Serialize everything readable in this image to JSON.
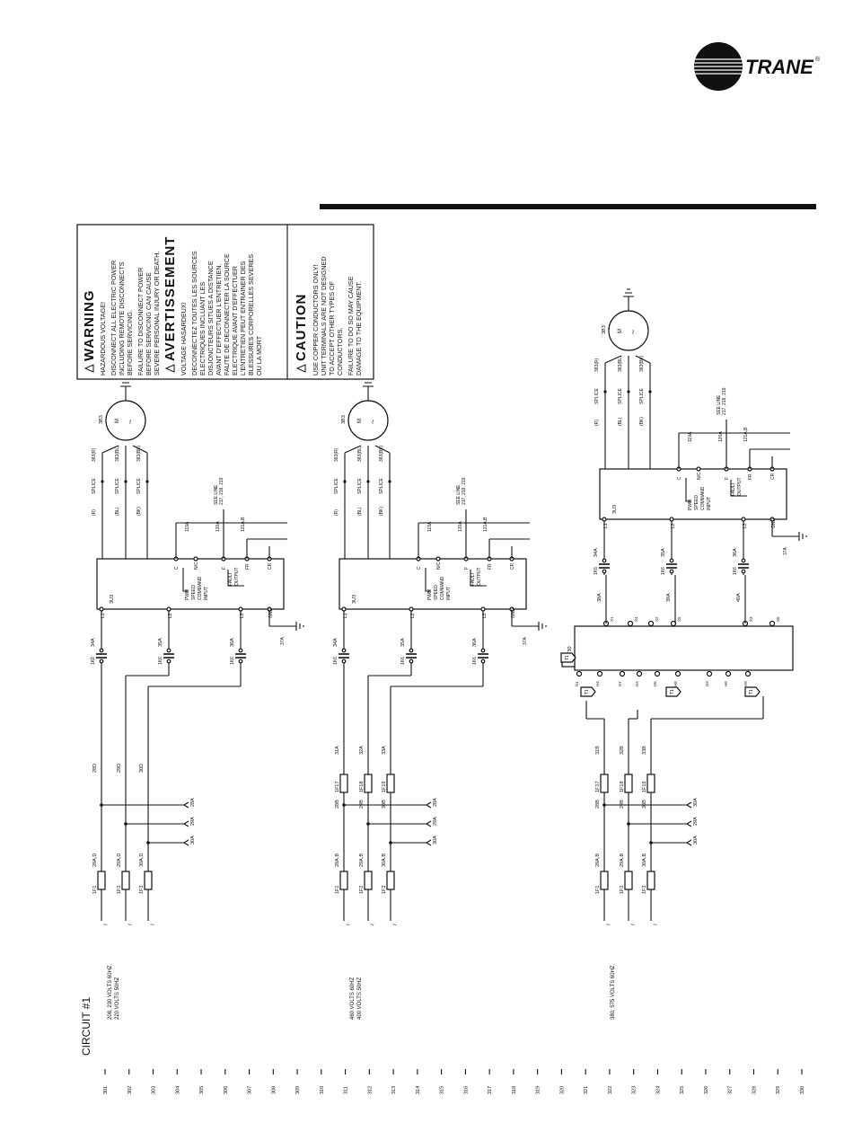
{
  "brand": {
    "name": "TRANE",
    "registered": "®"
  },
  "warning": {
    "title": "WARNING",
    "subtitle": "HAZARDOUS VOLTAGE!",
    "lines": [
      "DISCONNECT ALL ELECTRIC POWER",
      "INCLUDING REMOTE DISCONNECTS",
      "BEFORE SERVICING.",
      "FAILURE TO DISCONNECT POWER",
      "BEFORE SERVICING CAN CAUSE",
      "SEVERE PERSONAL INJURY OR DEATH."
    ]
  },
  "avertissement": {
    "title": "AVERTISSEMENT",
    "subtitle": "VOLTAGE HASARDEUX!",
    "lines": [
      "DECONNECTEZ TOUTES LES SOURCES",
      "ELECTRIQUES INCLUANT LES",
      "DISJONCTEURS SITUES A DISTANCE",
      "AVANT D'EFFECTUER L'ENTRETIEN.",
      "FAUTE DE DECONNECTER LA SOURCE",
      "ELECTRIQUE AVANT D'EFFECTUER",
      "L'ENTRETIEN PEUT ENTRAINER DES",
      "BLESSURES CORPORELLES SEVERES",
      "OU LA MORT"
    ]
  },
  "caution": {
    "title": "CAUTION",
    "lines": [
      "USE COPPER CONDUCTORS ONLY!",
      "UNIT TERMINALS ARE NOT DESIGNED",
      "TO ACCEPT OTHER TYPES OF",
      "CONDUCTORS.",
      "FAILURE TO DO SO MAY CAUSE",
      "DAMAGE TO THE EQUIPMENT."
    ]
  },
  "circuit_title": "CIRCUIT #1",
  "line_numbers": [
    "301",
    "302",
    "303",
    "304",
    "305",
    "306",
    "307",
    "308",
    "309",
    "310",
    "311",
    "312",
    "313",
    "314",
    "315",
    "316",
    "317",
    "318",
    "319",
    "320",
    "321",
    "322",
    "323",
    "324",
    "325",
    "326",
    "327",
    "328",
    "329",
    "330"
  ],
  "sections": [
    {
      "voltage": [
        "208, 230 VOLTS 60HZ",
        "220 VOLTS 50HZ"
      ],
      "fuses": [
        "1F1",
        "1F2",
        "1F3"
      ],
      "fuse_wires": [
        "28A,D",
        "29A,D",
        "30A,D"
      ],
      "feeds": [
        "28A",
        "29A",
        "30A"
      ],
      "lower_wires": [
        "28D",
        "29D",
        "30D"
      ],
      "contactor_wires": [
        "34A",
        "35A",
        "36A"
      ],
      "contactor": [
        "1K6",
        "1K6",
        "1K6"
      ],
      "vfd": "3U3",
      "ground": "37A",
      "terminals": [
        "L1",
        "L2",
        "L3",
        "GND"
      ],
      "vfd_label": [
        "PWM",
        "SPEED",
        "COMMAND",
        "INPUT"
      ],
      "fault_label": [
        "FAULT",
        "OUTPUT"
      ],
      "vfd_pins": [
        "C",
        "N/C",
        "F",
        "FR",
        "CR"
      ],
      "output_wires": [
        "119A",
        "120A",
        "121A,B"
      ],
      "see_line": [
        "SEE LINE",
        "217, 218, 219"
      ],
      "splice": [
        "SPLICE",
        "SPLICE",
        "SPLICE"
      ],
      "motor_wires": [
        "383(R)",
        "383(BL)",
        "383(BK)"
      ],
      "motor": "3B3",
      "motor_tags": [
        "M",
        "~"
      ]
    },
    {
      "voltage": [
        "460 VOLTS 60HZ",
        "400 VOLTS 50HZ"
      ],
      "fuses": [
        "1F1",
        "1F2",
        "1F3"
      ],
      "fuse_wires": [
        "28A,B",
        "29A,B",
        "30A,B"
      ],
      "feeds": [
        "28A",
        "29A",
        "30A"
      ],
      "lower_wires": [
        "28B",
        "29B",
        "30B"
      ],
      "mid_fuses": [
        "1F17",
        "1F18",
        "1F19"
      ],
      "mid_wires": [
        "31A",
        "32A",
        "33A"
      ],
      "contactor_wires": [
        "34A",
        "35A",
        "36A"
      ],
      "contactor": [
        "1K6",
        "1K6",
        "1K6"
      ],
      "vfd": "3U3",
      "ground": "37A",
      "terminals": [
        "L1",
        "L2",
        "L3",
        "GND"
      ],
      "vfd_label": [
        "PWM",
        "SPEED",
        "COMMAND",
        "INPUT"
      ],
      "fault_label": [
        "FAULT",
        "OUTPUT"
      ],
      "vfd_pins": [
        "C",
        "N/C",
        "F",
        "FR",
        "CR"
      ],
      "output_wires": [
        "119A",
        "120A",
        "121A,B"
      ],
      "see_line": [
        "SEE LINE",
        "217, 218, 219"
      ],
      "splice": [
        "SPLICE",
        "SPLICE",
        "SPLICE"
      ],
      "motor_wires": [
        "383(R)",
        "383(BL)",
        "383(BK)"
      ],
      "motor": "3B3",
      "motor_tags": [
        "M",
        "~"
      ]
    },
    {
      "voltage": [
        "380, 575 VOLTS 60HZ"
      ],
      "fuses": [
        "1F1",
        "1F2",
        "1F3"
      ],
      "fuse_wires": [
        "28A,B",
        "29A,B",
        "30A,B"
      ],
      "feeds": [
        "30A",
        "29A",
        "30A"
      ],
      "lower_wires": [
        "28B",
        "29B",
        "30B"
      ],
      "mid_fuses": [
        "1F17",
        "1F18",
        "1F19"
      ],
      "mid_wires": [
        "31B",
        "32B",
        "33B"
      ],
      "transformer": "1T30",
      "transformer_h": [
        "H1",
        "H4",
        "H7",
        "H2",
        "H5",
        "H8",
        "H3",
        "H6",
        "H9"
      ],
      "transformer_x": [
        "X1",
        "X4",
        "X2",
        "X5",
        "X3",
        "X6"
      ],
      "transformer_wires": [
        "38A",
        "39A",
        "40A"
      ],
      "contactor_wires": [
        "34A",
        "35A",
        "36A"
      ],
      "contactor": [
        "1K6",
        "1K6",
        "1K6"
      ],
      "vfd": "3U3",
      "ground": "37A",
      "terminals": [
        "L1",
        "L2",
        "L3",
        "GND"
      ],
      "vfd_label": [
        "PWM",
        "SPEED",
        "COMMAND",
        "INPUT"
      ],
      "fault_label": [
        "FAULT",
        "OUTPUT"
      ],
      "vfd_pins": [
        "C",
        "N/C",
        "F",
        "FR",
        "CR"
      ],
      "output_wires": [
        "119A",
        "120A",
        "121A,B"
      ],
      "see_line": [
        "SEE LINE",
        "217, 218, 219"
      ],
      "splice": [
        "SPLICE",
        "SPLICE",
        "SPLICE"
      ],
      "motor_wires": [
        "383(R)",
        "383(BL)",
        "383(BK)"
      ],
      "motor": "3B3",
      "motor_tags": [
        "M",
        "~"
      ],
      "tap_flags": [
        "T1",
        "T1",
        "T1",
        "T1"
      ]
    }
  ]
}
